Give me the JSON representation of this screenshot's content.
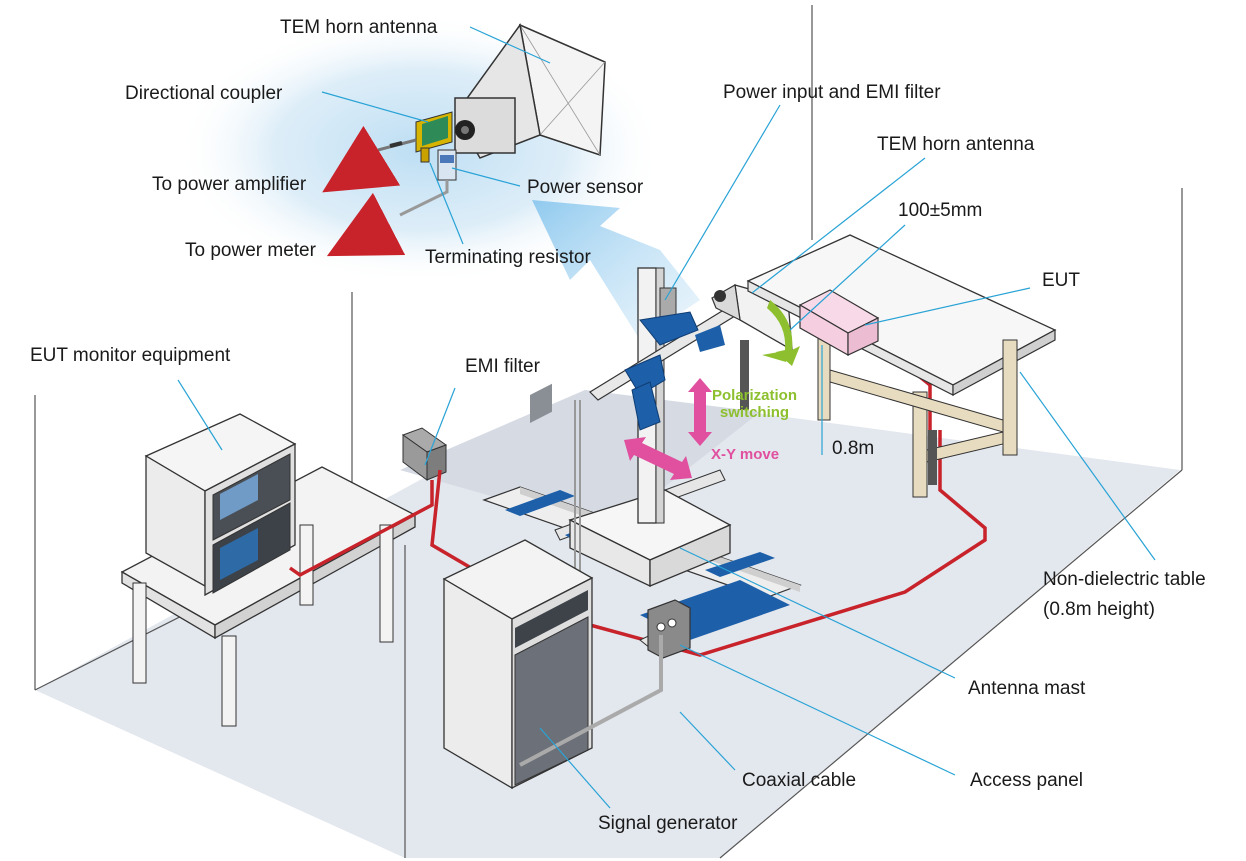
{
  "labels": {
    "tem_horn_top": "TEM horn antenna",
    "directional_coupler": "Directional coupler",
    "to_power_amplifier": "To power amplifier",
    "power_sensor": "Power sensor",
    "to_power_meter": "To power meter",
    "terminating_resistor": "Terminating resistor",
    "power_input_emi_filter": "Power input and EMI filter",
    "tem_horn_right": "TEM horn antenna",
    "distance": "100±5mm",
    "eut": "EUT",
    "eut_monitor": "EUT monitor equipment",
    "emi_filter": "EMI filter",
    "polarization": "Polarization\nswitching",
    "xy_move": "X-Y move",
    "height": "0.8m",
    "non_dielectric_table": "Non-dielectric table\n(0.8m height)",
    "antenna_mast": "Antenna mast",
    "coaxial_cable": "Coaxial cable",
    "access_panel": "Access panel",
    "signal_generator": "Signal generator"
  },
  "colors": {
    "leader": "#29a3d6",
    "cable_red": "#c8222a",
    "arrow_red": "#c8222a",
    "pink": "#e0509f",
    "green": "#8dbf2e",
    "antenna_blue": "#1d5fa8",
    "floor": "#dfe3ea",
    "wood": "#e8dcc0",
    "eut_pink": "#f5cfe0",
    "glow": "#cfe6f5"
  }
}
